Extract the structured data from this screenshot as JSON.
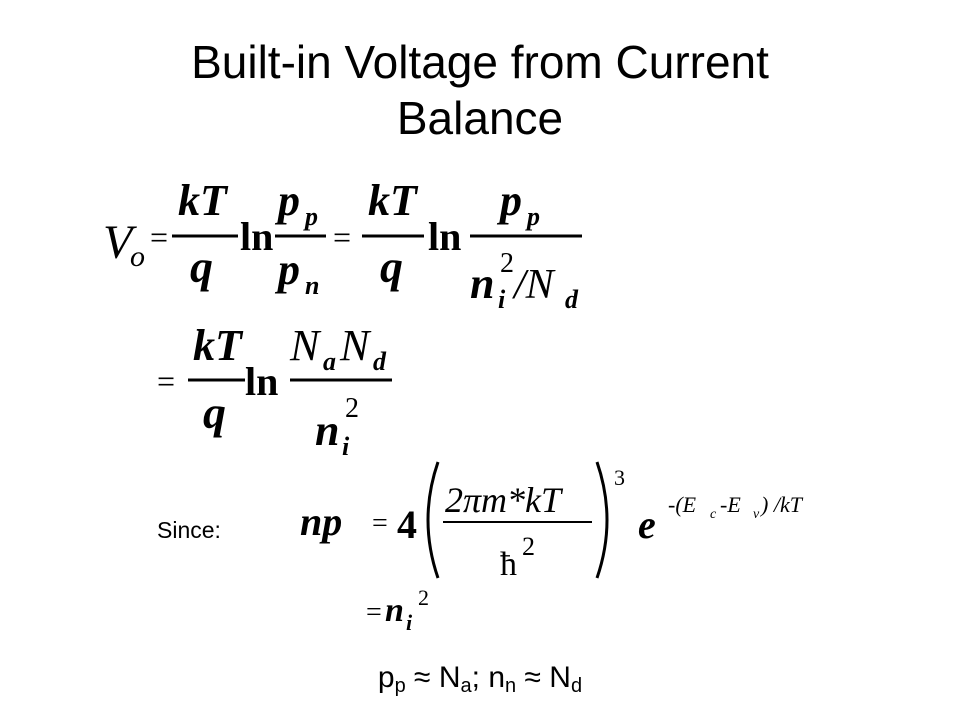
{
  "slide": {
    "title_line1": "Built-in Voltage from Current",
    "title_line2": "Balance"
  },
  "equations": {
    "eq1": {
      "lhs_V": "V",
      "lhs_sub": "o",
      "eq": "=",
      "kT": "kT",
      "q": "q",
      "ln": "ln",
      "p": "p",
      "sub_p": "p",
      "sub_n": "n",
      "n": "n",
      "sub_i": "i",
      "sup_2": "2",
      "slash_N": "/N",
      "sub_d": "d"
    },
    "eq2": {
      "eq": "=",
      "kT": "kT",
      "q": "q",
      "ln": "ln",
      "N": "N",
      "sub_a": "a",
      "sub_d": "d",
      "n": "n",
      "sub_i": "i",
      "sup_2": "2"
    },
    "eq3": {
      "since_label": "Since:",
      "np": "np",
      "eq": "=",
      "four": "4",
      "numerator": "2πm*kT",
      "denominator": "ħ",
      "den_sup": "2",
      "power": "3",
      "e": "e",
      "exponent": "-(E",
      "exp_c": "c",
      "exp_minus": "-E",
      "exp_v": "v",
      "exp_end": ") /kT"
    },
    "eq4": {
      "eq": "=",
      "n": "n",
      "sub_i": "i",
      "sup_2": "2"
    }
  },
  "footer": {
    "p": "p",
    "p_sub": "p",
    "approx1": " ≈ N",
    "a_sub": "a",
    "mid": "; n",
    "n_sub": "n",
    "approx2": " ≈ N",
    "d_sub": "d"
  }
}
